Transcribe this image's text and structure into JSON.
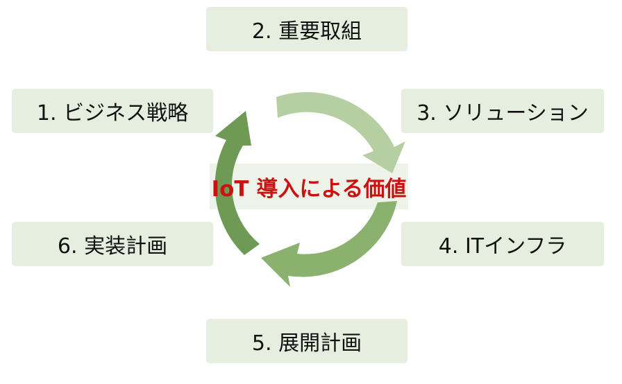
{
  "diagram": {
    "center_label": "IoT 導入による価値",
    "steps": [
      {
        "label": "1. ビジネス戦略"
      },
      {
        "label": "2. 重要取組"
      },
      {
        "label": "3. ソリューション"
      },
      {
        "label": "4. ITインフラ"
      },
      {
        "label": "5. 展開計画"
      },
      {
        "label": "6. 実装計画"
      }
    ],
    "colors": {
      "box_fill": "#e6efdf",
      "center_box_fill": "#eef3ea",
      "arrow_dark": "#6e9a55",
      "arrow_mid": "#8bb16f",
      "arrow_light": "#b5cfa2",
      "center_text": "#cc1111"
    }
  }
}
